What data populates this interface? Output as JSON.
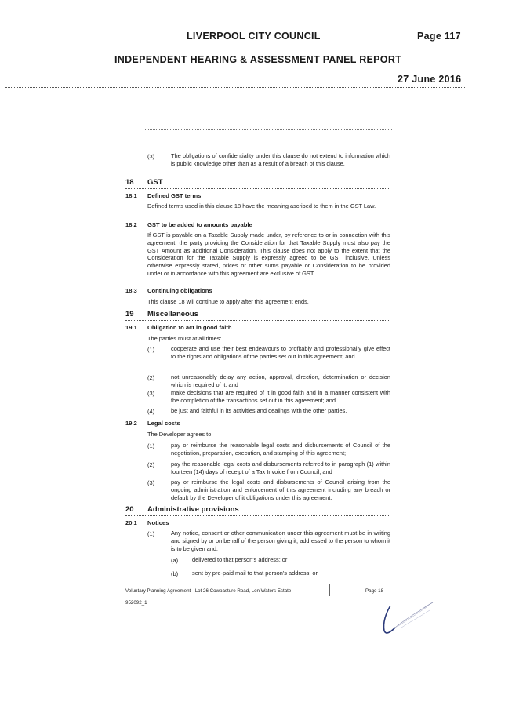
{
  "header": {
    "council": "LIVERPOOL CITY COUNCIL",
    "page": "Page 117",
    "report": "INDEPENDENT HEARING & ASSESSMENT PANEL REPORT",
    "date": "27 June 2016"
  },
  "doc": {
    "confidentiality": {
      "num": "(3)",
      "text": "The obligations of confidentiality under this clause do not extend to information which is public knowledge other than as a result of a breach of this clause."
    },
    "s18": {
      "num": "18",
      "title": "GST",
      "s1": {
        "num": "18.1",
        "title": "Defined GST terms",
        "text": "Defined terms used in this clause 18 have the meaning ascribed to them in the GST Law."
      },
      "s2": {
        "num": "18.2",
        "title": "GST to be added to amounts payable",
        "text": "If GST is payable on a Taxable Supply made under, by reference to or in connection with this agreement, the party providing the Consideration for that Taxable Supply must also pay the GST Amount as additional Consideration. This clause does not apply to the extent that the Consideration for the Taxable Supply is expressly agreed to be GST inclusive. Unless otherwise expressly stated, prices or other sums payable or Consideration to be provided under or in accordance with this agreement are exclusive of GST."
      },
      "s3": {
        "num": "18.3",
        "title": "Continuing obligations",
        "text": "This clause 18 will continue to apply after this agreement ends."
      }
    },
    "s19": {
      "num": "19",
      "title": "Miscellaneous",
      "s1": {
        "num": "19.1",
        "title": "Obligation to act in good faith",
        "intro": "The parties must at all times:",
        "items": [
          {
            "num": "(1)",
            "text": "cooperate and use their best endeavours to profitably and professionally give effect to the rights and obligations of the parties set out in this agreement; and"
          },
          {
            "num": "(2)",
            "text": "not unreasonably delay any action, approval, direction, determination or decision which is required of it; and"
          },
          {
            "num": "(3)",
            "text": "make decisions that are required of it in good faith and in a manner consistent with the completion of the transactions set out in this agreement; and"
          },
          {
            "num": "(4)",
            "text": "be just and faithful in its activities and dealings with the other parties."
          }
        ]
      },
      "s2": {
        "num": "19.2",
        "title": "Legal costs",
        "intro": "The Developer agrees to:",
        "items": [
          {
            "num": "(1)",
            "text": "pay or reimburse the reasonable legal costs and disbursements of Council of the negotiation, preparation, execution, and stamping of this agreement;"
          },
          {
            "num": "(2)",
            "text": "pay the reasonable legal costs and disbursements referred to in paragraph (1) within fourteen (14) days of receipt of a Tax Invoice from Council; and"
          },
          {
            "num": "(3)",
            "text": "pay or reimburse the legal costs and disbursements of Council arising from the ongoing administration and enforcement of this agreement including any breach or default by the Developer of it obligations under this agreement."
          }
        ]
      }
    },
    "s20": {
      "num": "20",
      "title": "Administrative provisions",
      "s1": {
        "num": "20.1",
        "title": "Notices",
        "item_num": "(1)",
        "item_text": "Any notice, consent or other communication under this agreement must be in writing and signed by or on behalf of the person giving it, addressed to the person to whom it is to be given and:",
        "subitems": [
          {
            "num": "(a)",
            "text": "delivered to that person's address; or"
          },
          {
            "num": "(b)",
            "text": "sent by pre-paid mail to that person's address; or"
          }
        ]
      }
    }
  },
  "footer": {
    "title": "Voluntary Planning Agreement - Lot 26 Cowpasture Road, Len Waters Estate",
    "page": "Page 18",
    "ref": "952092_1"
  }
}
